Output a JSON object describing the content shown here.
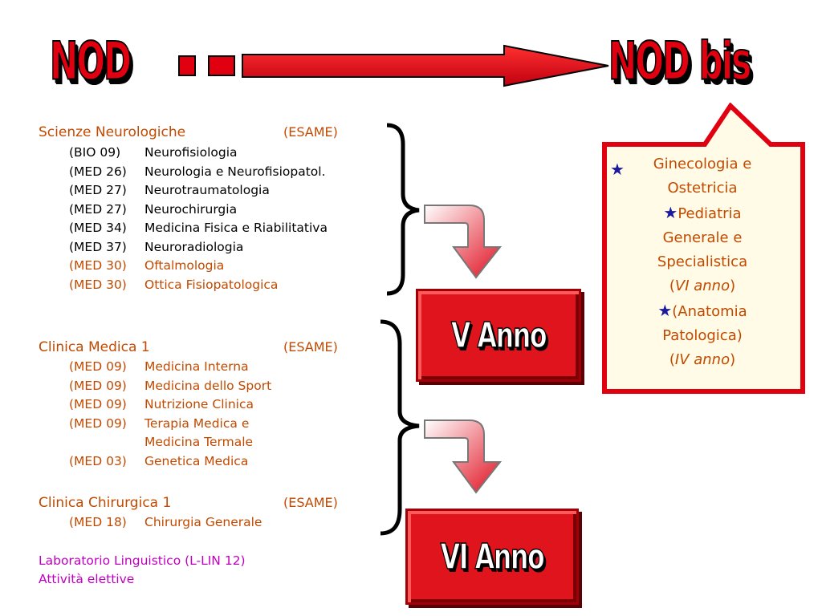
{
  "header": {
    "left_title": "NOD",
    "right_title": "NOD bis"
  },
  "block1": {
    "title": "Scienze Neurologiche",
    "exam": "(ESAME)",
    "items": [
      {
        "code": "(BIO 09)",
        "name": "Neurofisiologia",
        "color": "#000000"
      },
      {
        "code": "(MED 26)",
        "name": "Neurologia e Neurofisiopatol.",
        "color": "#000000"
      },
      {
        "code": "(MED 27)",
        "name": "Neurotraumatologia",
        "color": "#000000"
      },
      {
        "code": "(MED 27)",
        "name": "Neurochirurgia",
        "color": "#000000"
      },
      {
        "code": "(MED 34)",
        "name": "Medicina Fisica e Riabilitativa",
        "color": "#000000"
      },
      {
        "code": "(MED 37)",
        "name": "Neuroradiologia",
        "color": "#000000"
      },
      {
        "code": "(MED 30)",
        "name": "Oftalmologia",
        "color": "#c24a00"
      },
      {
        "code": "(MED 30)",
        "name": "Ottica Fisiopatologica",
        "color": "#c24a00"
      }
    ]
  },
  "block2": {
    "title": "Clinica Medica 1",
    "exam": "(ESAME)",
    "items": [
      {
        "code": "(MED 09)",
        "name": "Medicina Interna"
      },
      {
        "code": "(MED 09)",
        "name": "Medicina dello Sport"
      },
      {
        "code": "(MED 09)",
        "name": "Nutrizione Clinica"
      },
      {
        "code": "(MED 09)",
        "name": "Terapia Medica e"
      },
      {
        "code": "",
        "name": "Medicina Termale"
      },
      {
        "code": "(MED 03)",
        "name": "Genetica Medica"
      }
    ]
  },
  "block3": {
    "title": "Clinica Chirurgica 1",
    "exam": "(ESAME)",
    "items": [
      {
        "code": "(MED 18)",
        "name": "Chirurgia Generale"
      }
    ]
  },
  "footer": {
    "line1": "Laboratorio Linguistico (L-LIN 12)",
    "line2": "Attività elettive"
  },
  "years": {
    "fifth": "V Anno",
    "sixth": "VI Anno"
  },
  "callout": {
    "line1": "Ginecologia e",
    "line2": "Ostetricia",
    "line3": "Pediatria",
    "line4": "Generale e",
    "line5": "Specialistica",
    "line6_open": "(",
    "line6_italic": "VI anno",
    "line6_close": ")",
    "line7": "(Anatomia",
    "line8": "Patologica)",
    "line9_open": "(",
    "line9_italic": "IV anno",
    "line9_close": ")",
    "star_glyph": "★"
  },
  "colors": {
    "title_red": "#e00010",
    "text_orange": "#c24a00",
    "magenta": "#c000c0",
    "callout_border": "#e00010",
    "callout_bg": "#fffbe6",
    "star_blue": "#1a1aa0"
  }
}
